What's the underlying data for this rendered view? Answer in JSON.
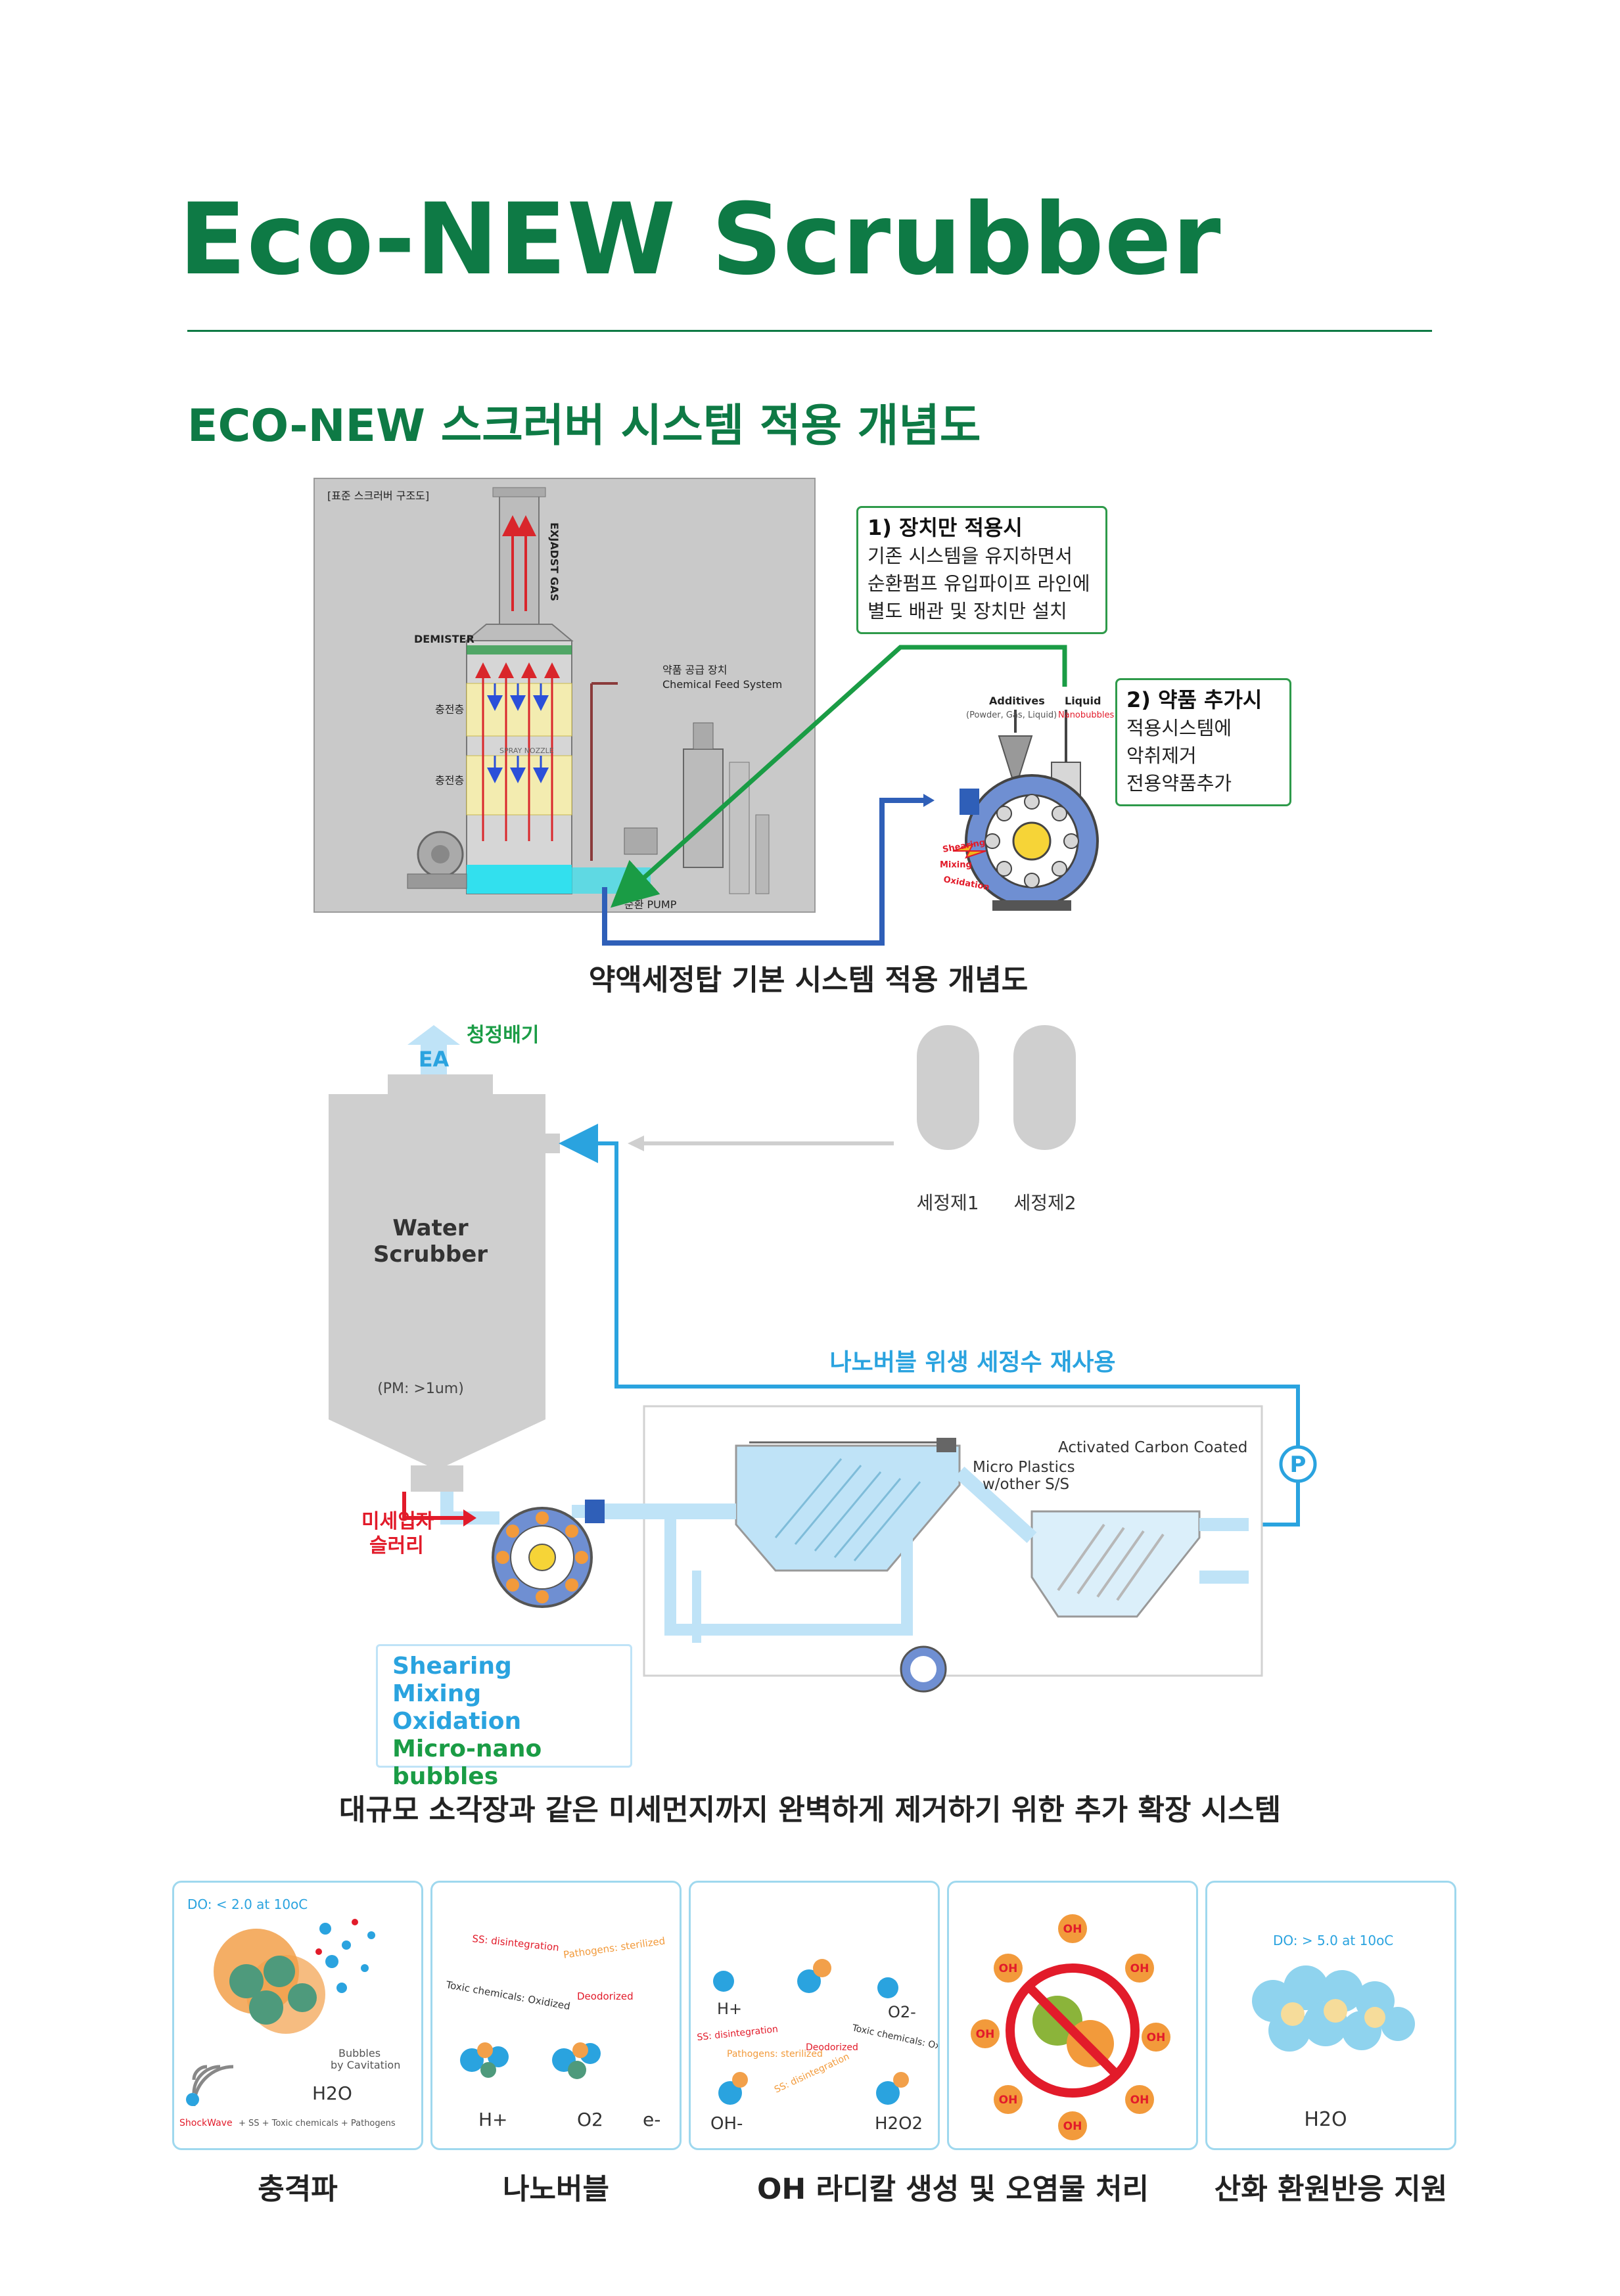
{
  "page": {
    "title": "Eco-NEW Scrubber",
    "subtitle": "ECO-NEW 스크러버 시스템 적용 개념도"
  },
  "diagram1": {
    "inset_label": "[표준 스크러버 구조도]",
    "exhaust_gas": "EXJADST GAS",
    "demister": "DEMISTER",
    "packing_1": "충전층",
    "packing_2": "충전층",
    "spray_nozzle": "SPRAY NOZZLE",
    "chemical_feed_ko": "약품 공급 장치",
    "chemical_feed_en": "Chemical Feed System",
    "pump": "순환 PUMP",
    "callout1": {
      "heading": "1) 장치만 적용시",
      "body": "기존 시스템을 유지하면서\n순환펌프 유입파이프 라인에\n별도 배관 및 장치만 설치"
    },
    "callout2": {
      "heading": "2) 약품 추가시",
      "body": "적용시스템에\n악취제거\n전용약품추가"
    },
    "additives": "Additives",
    "additives_sub": "(Powder, Gas, Liquid)",
    "liquid": "Liquid",
    "nanobubbles": "Nanobubbles",
    "shearing": "Shearing",
    "mixing": "Mixing",
    "oxidation": "Oxidation",
    "caption": "약액세정탑 기본 시스템 적용 개념도"
  },
  "diagram2": {
    "clean_exhaust": "청정배기",
    "ea": "EA",
    "scrubber_line1": "Water",
    "scrubber_line2": "Scrubber",
    "pm": "(PM: >1um)",
    "detergent1": "세정제1",
    "detergent2": "세정제2",
    "reuse": "나노버블 위생 세정수 재사용",
    "activated_carbon": "Activated Carbon Coated",
    "micro_plastics_1": "Micro Plastics",
    "micro_plastics_2": "w/other S/S",
    "pump_p": "P",
    "slurry_1": "미세입자",
    "slurry_2": "슬러리",
    "legend": [
      "Shearing",
      "Mixing",
      "Oxidation",
      "Micro-nano bubbles"
    ],
    "caption": "대규모 소각장과 같은 미세먼지까지 완벽하게 제거하기 위한 추가 확장 시스템"
  },
  "panels": {
    "p1": {
      "do": "DO: < 2.0 at 10oC",
      "bubbles_1": "Bubbles",
      "bubbles_2": "by Cavitation",
      "h2o": "H2O",
      "shockwave": "ShockWave",
      "bottom": "+ SS + Toxic chemicals + Pathogens"
    },
    "p2": {
      "ss": "SS: disintegration",
      "pathogens": "Pathogens: sterilized",
      "toxic": "Toxic chemicals: Oxidized",
      "deodorized": "Deodorized",
      "h_plus": "H+",
      "o2": "O2",
      "e_minus": "e-"
    },
    "p3": {
      "h_plus": "H+",
      "o2_minus": "O2-",
      "ss": "SS: disintegration",
      "toxic": "Toxic chemicals: Oxidized",
      "pathogens": "Pathogens: sterilized",
      "deodorized": "Deodorized",
      "ss2": "SS: disintegration",
      "oh_minus": "OH-",
      "h2o2": "H2O2"
    },
    "p4": {
      "oh": "OH"
    },
    "p5": {
      "do": "DO: > 5.0 at 10oC",
      "h2o": "H2O"
    }
  },
  "panel_labels": [
    "충격파",
    "나노버블",
    "OH 라디칼 생성 및 오염물 처리",
    "산화 환원반응 지원"
  ],
  "colors": {
    "brand_green": "#0e7a45",
    "callout_border": "#2e9a4a",
    "pipe_blue": "#2aa3df",
    "arrow_red": "#e21b2a",
    "panel_border": "#9fd8ee"
  }
}
